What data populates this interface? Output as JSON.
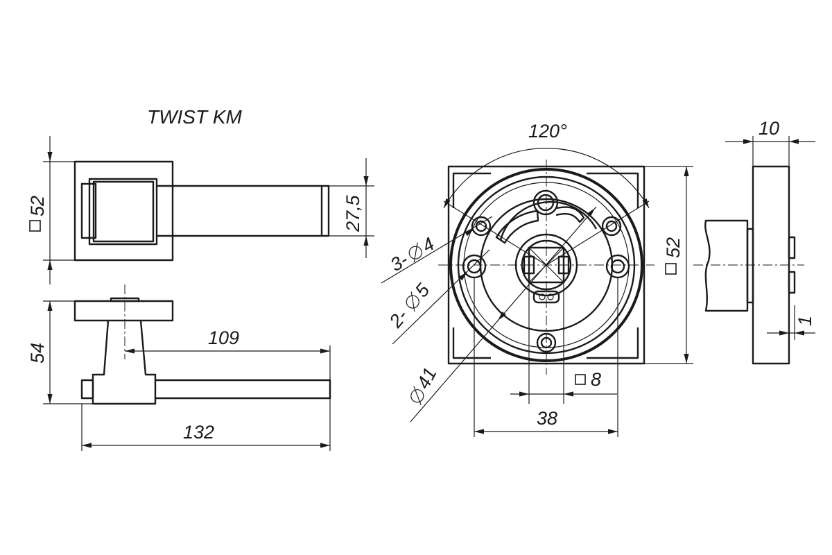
{
  "title": "TWIST KM",
  "dimensions": {
    "rosette_height": "52",
    "lever_width": "27,5",
    "projection": "54",
    "lever_reach": "109",
    "lever_length": "132",
    "angle": "120°",
    "holes_3": "3-",
    "holes_3_size": "4",
    "holes_2": "2-",
    "holes_2_size": "5",
    "ring_diameter": "41",
    "spindle_square": "8",
    "hole_spacing": "38",
    "rosette_width": "52",
    "rosette_thickness": "10",
    "gap": "1"
  },
  "symbols": {
    "diameter": "ø-symbol",
    "square": "square-symbol"
  },
  "colors": {
    "line": "#1a1a1a",
    "background": "#ffffff"
  }
}
